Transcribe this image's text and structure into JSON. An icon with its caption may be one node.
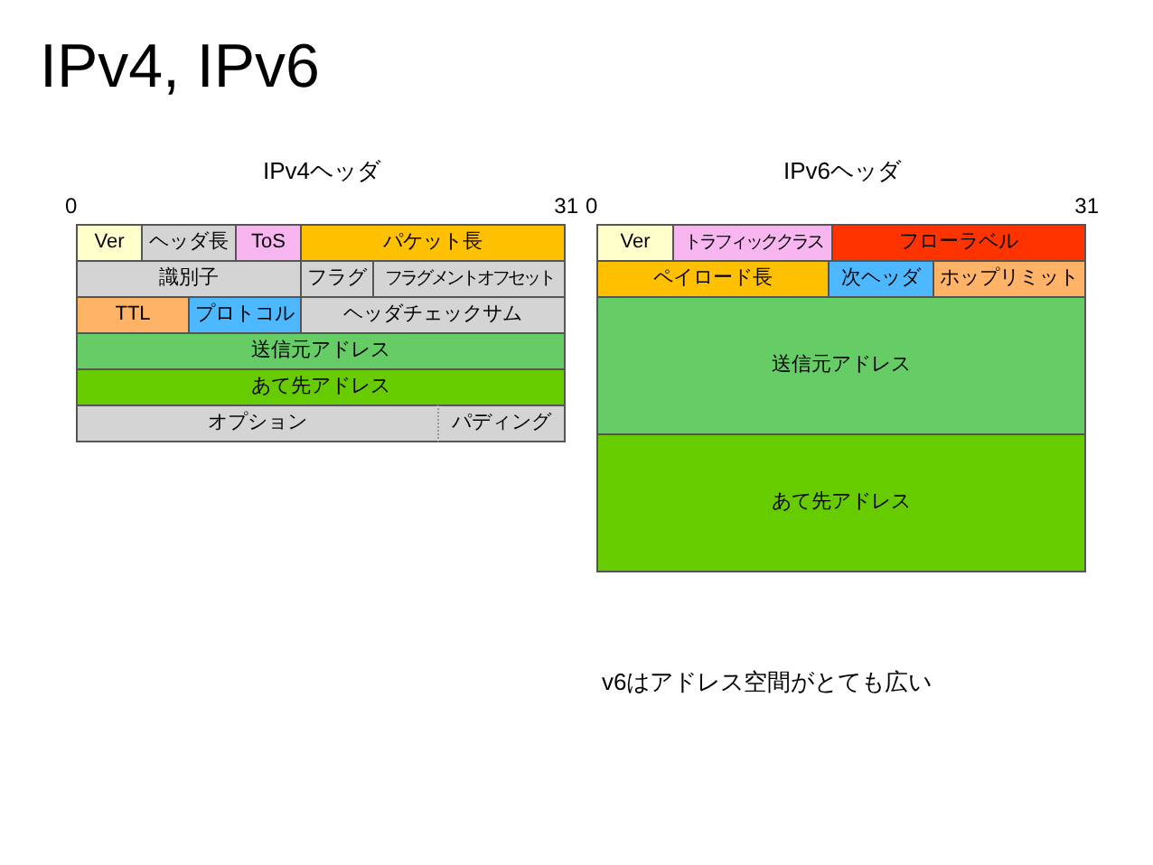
{
  "diagram": {
    "title": "IPv4, IPv6",
    "nodes": [
      {
        "text": [
          "IPv4ヘッダ"
        ]
      },
      {
        "text": [
          "Ver"
        ],
        "in": 0
      },
      {
        "text": [
          "ヘッダ長"
        ],
        "in": 0
      },
      {
        "text": [
          "ToS"
        ],
        "in": 0
      },
      {
        "text": [
          "パケット長"
        ],
        "in": 0
      },
      {
        "text": [
          "識別子"
        ],
        "in": 0
      },
      {
        "text": [
          "フラグ"
        ],
        "in": 0
      },
      {
        "text": [
          "フラグメントオフセット"
        ],
        "in": 0
      },
      {
        "text": [
          "TTL"
        ],
        "in": 0
      },
      {
        "text": [
          "プロトコル"
        ],
        "in": 0
      },
      {
        "text": [
          "ヘッダチェックサム"
        ],
        "in": 0
      },
      {
        "text": [
          "送信元アドレス"
        ],
        "in": 0
      },
      {
        "text": [
          "あて先アドレス"
        ],
        "in": 0
      },
      {
        "text": [
          "オプション"
        ],
        "in": 0
      },
      {
        "text": [
          "パディング"
        ],
        "in": 0
      },
      {
        "text": [
          "IPv6ヘッダ"
        ]
      },
      {
        "text": [
          "Ver"
        ],
        "in": 15
      },
      {
        "text": [
          "トラフィッククラス"
        ],
        "in": 15
      },
      {
        "text": [
          "フローラベル"
        ],
        "in": 15
      },
      {
        "text": [
          "ペイロード長"
        ],
        "in": 15
      },
      {
        "text": [
          "次ヘッダ"
        ],
        "in": 15
      },
      {
        "text": [
          "ホップリミット"
        ],
        "in": 15
      },
      {
        "text": [
          "送信元アドレス"
        ],
        "in": 15
      },
      {
        "text": [
          "あて先アドレス"
        ],
        "in": 15
      }
    ],
    "labels": [
      "0",
      "31",
      "0",
      "31",
      "v6はアドレス空間がとても広い"
    ]
  }
}
